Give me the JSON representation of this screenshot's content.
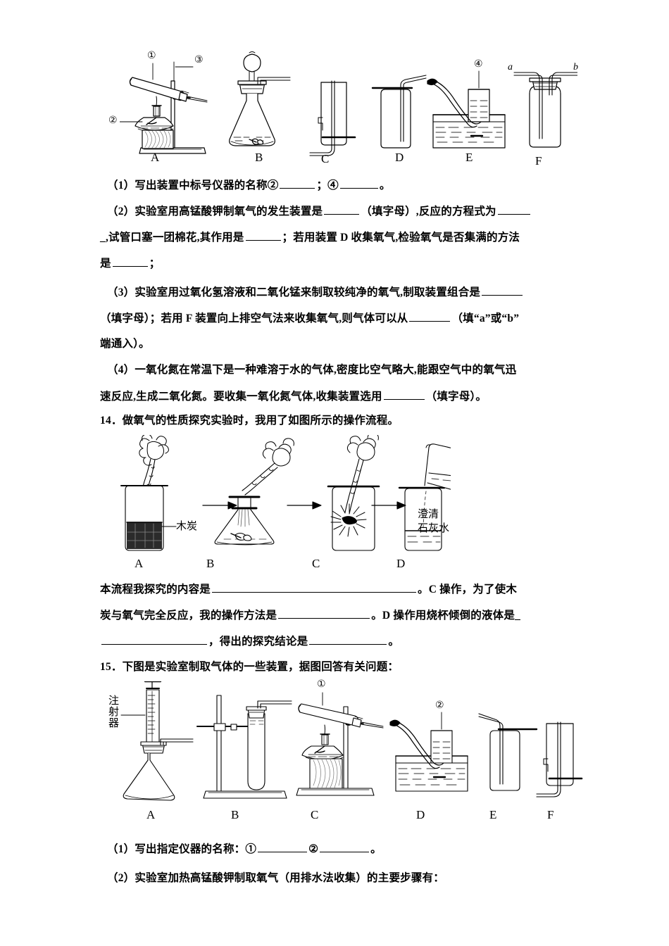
{
  "document": {
    "type": "chemistry-worksheet",
    "language": "zh-CN"
  },
  "figure1": {
    "name": "gas-preparation-apparatus-set-1",
    "captions": [
      "A",
      "B",
      "C",
      "D",
      "E",
      "F"
    ],
    "callouts": {
      "one": "①",
      "two": "②",
      "three": "③",
      "four": "④"
    },
    "port_labels": {
      "a": "a",
      "b": "b"
    }
  },
  "q13": {
    "p1": {
      "prefix": "（1）写出装置中标号仪器的名称②",
      "mid": "；④",
      "suffix": "。"
    },
    "p2": {
      "l1a": "（2）实验室用高锰酸钾制氧气的发生装置是",
      "l1b": "（填字母）,反应的方程式为",
      "l2a": "_,试管口塞一团棉花,其作用是",
      "l2b": "；若用装置 D 收集氧气,检验氧气是否集满的方法",
      "l3a": "是",
      "l3b": "；"
    },
    "p3": {
      "l1a": "（3）实验室用过氧化氢溶液和二氧化锰来制取较纯净的氧气,制取装置组合是",
      "l2a": "（填字母）；若用 F 装置向上排空气法来收集氧气,则气体可以从",
      "l2b": "（填“a”或“b”",
      "l3a": "端通入）。"
    },
    "p4": {
      "l1a": "（4）一氧化氮在常温下是一种难溶于水的气体,密度比空气略大,能跟空气中的氧气迅",
      "l2a": "速反应,生成二氧化氮。要收集一氧化氮气体,收集装置选用",
      "l2b": "（填字母）。"
    }
  },
  "q14": {
    "number": "14．",
    "stem": "做氧气的性质探究实验时，我用了如图所示的操作流程。",
    "figure": {
      "name": "oxygen-property-flowchart",
      "captions": [
        "A",
        "B",
        "C",
        "D"
      ],
      "label_charcoal": "木炭",
      "label_limewater_line1": "澄清",
      "label_limewater_line2": "石灰水"
    },
    "answers": {
      "l1a": "本流程我探究的内容是",
      "l1b": "。C 操作，为了使木",
      "l2a": "炭与氧气完全反应，我的操作方法是",
      "l2b": "。D 操作用烧杯倾倒的液体是_",
      "l3a": "，得出的探究结论是",
      "l3b": "。"
    }
  },
  "q15": {
    "number": "15．",
    "stem": "下图是实验室制取气体的一些装置，据图回答有关问题：",
    "figure": {
      "name": "gas-preparation-apparatus-set-2",
      "captions": [
        "A",
        "B",
        "C",
        "D",
        "E",
        "F"
      ],
      "label_syringe": "注射器",
      "callouts": {
        "one": "①",
        "two": "②"
      }
    },
    "p1": {
      "prefix": "（1）写出指定仪器的名称：①",
      "mid": "②",
      "suffix": "。"
    },
    "p2": {
      "text": "（2）实验室加热高锰酸钾制取氧气（用排水法收集）的主要步骤有："
    }
  },
  "colors": {
    "ink": "#000000",
    "paper": "#ffffff",
    "hatch": "#555555",
    "fill_dark": "#2b2b2b"
  }
}
